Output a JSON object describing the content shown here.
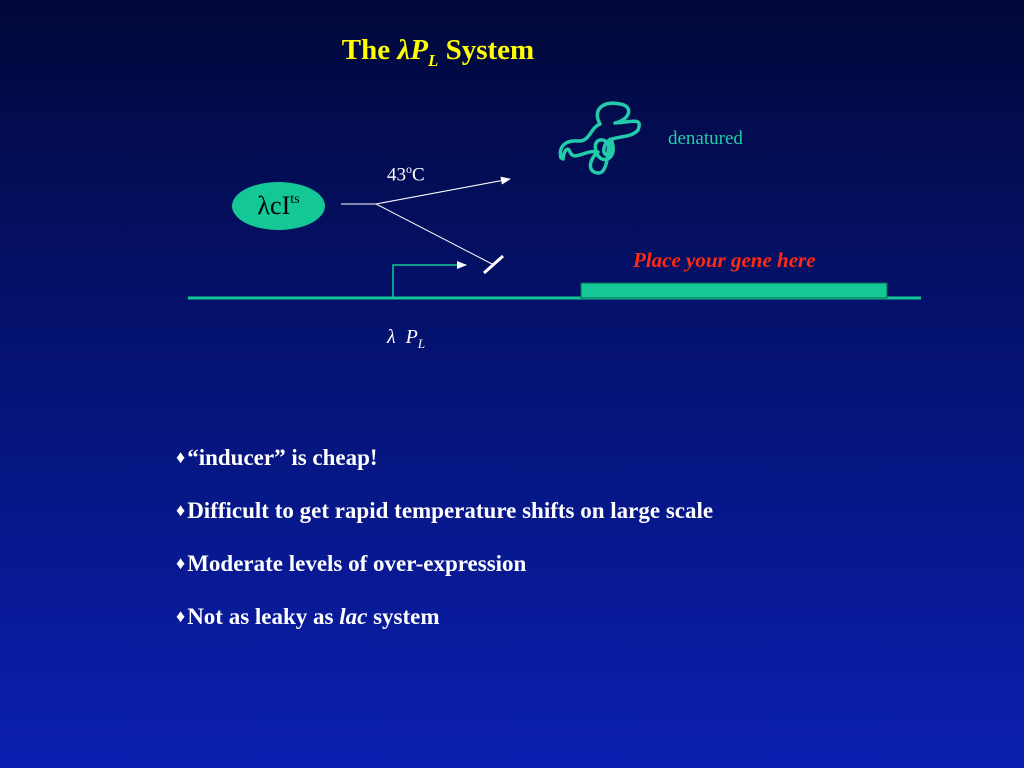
{
  "title": {
    "prefix": "The",
    "lambda": "λ",
    "p": "P",
    "p_sub": "L",
    "suffix": "System"
  },
  "diagram": {
    "temp": {
      "value": "43",
      "sup": "o",
      "unit": "C"
    },
    "denatured": "denatured",
    "gene_label": "Place your gene here",
    "repressor": {
      "prefix": "λcI",
      "sup": "ts"
    },
    "promoter": {
      "lambda": "λ",
      "p": "P",
      "p_sub": "L"
    },
    "colors": {
      "dna": "#14c896",
      "gene": "#14c896",
      "protein": "#22ccaa",
      "lines": "#ffffff"
    }
  },
  "bullets": [
    {
      "marker": "♦",
      "pre": "“inducer” is cheap!",
      "em": "",
      "post": ""
    },
    {
      "marker": "♦",
      "pre": "Difficult to get rapid temperature shifts on large scale",
      "em": "",
      "post": ""
    },
    {
      "marker": "♦",
      "pre": "Moderate levels of over-expression",
      "em": "",
      "post": ""
    },
    {
      "marker": "♦",
      "pre": "Not as leaky as ",
      "em": "lac",
      "post": " system"
    }
  ]
}
